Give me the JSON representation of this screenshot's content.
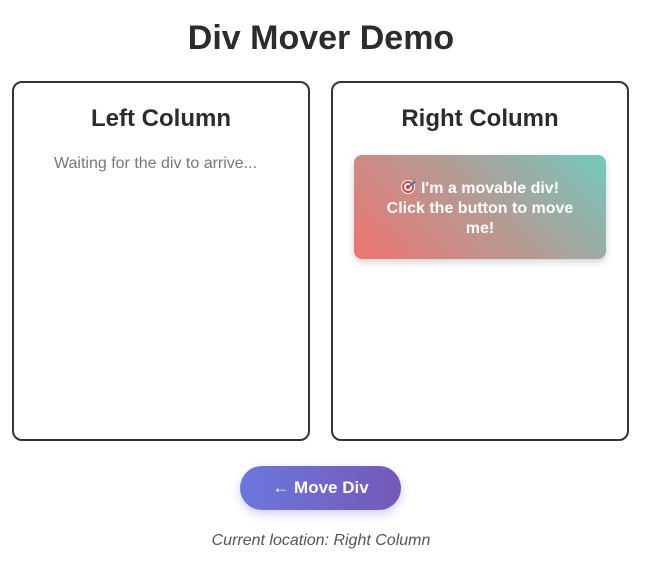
{
  "page": {
    "title": "Div Mover Demo"
  },
  "left_column": {
    "heading": "Left Column",
    "placeholder": "Waiting for the div to arrive..."
  },
  "right_column": {
    "heading": "Right Column"
  },
  "movable_div": {
    "icon": "target-icon",
    "line1": "I'm a movable div!",
    "line2": "Click the button to move me!"
  },
  "controls": {
    "move_button_label": "← Move Div"
  },
  "status": {
    "text": "Current location: Right Column"
  },
  "colors": {
    "gradient_start": "#ef7470",
    "gradient_end": "#73c9bf",
    "button_start": "#6b77de",
    "button_end": "#7459b8"
  }
}
